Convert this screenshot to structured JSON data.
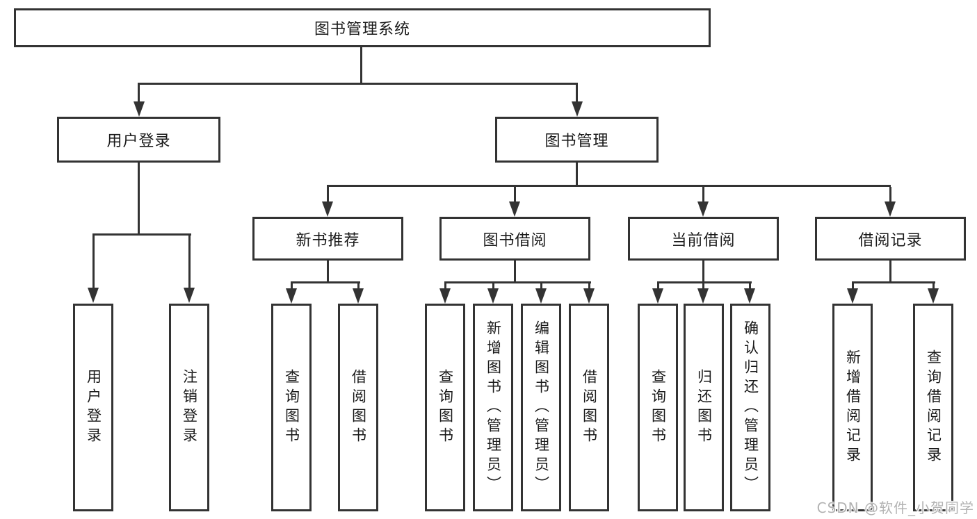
{
  "colors": {
    "line": "#333333",
    "box_border": "#333333",
    "text": "#1a1a1a",
    "background": "#ffffff",
    "watermark": "#b3b3b3"
  },
  "root": {
    "label": "图书管理系统"
  },
  "branches": {
    "user_login": {
      "label": "用户登录",
      "children": {
        "login": {
          "label": "用户登录"
        },
        "logout": {
          "label": "注销登录"
        }
      }
    },
    "book_mgmt": {
      "label": "图书管理",
      "children": {
        "new_book": {
          "label": "新书推荐",
          "children": {
            "query": {
              "label": "查询图书"
            },
            "borrow": {
              "label": "借阅图书"
            }
          }
        },
        "borrow": {
          "label": "图书借阅",
          "children": {
            "query": {
              "label": "查询图书"
            },
            "add": {
              "label": "新增图书（管理员）"
            },
            "edit": {
              "label": "编辑图书（管理员）"
            },
            "borrow": {
              "label": "借阅图书"
            }
          }
        },
        "current": {
          "label": "当前借阅",
          "children": {
            "query": {
              "label": "查询图书"
            },
            "return": {
              "label": "归还图书"
            },
            "confirm": {
              "label": "确认归还（管理员）"
            }
          }
        },
        "records": {
          "label": "借阅记录",
          "children": {
            "add": {
              "label": "新增借阅记录"
            },
            "query": {
              "label": "查询借阅记录"
            }
          }
        }
      }
    }
  },
  "watermark": "CSDN @软件_小贺同学"
}
